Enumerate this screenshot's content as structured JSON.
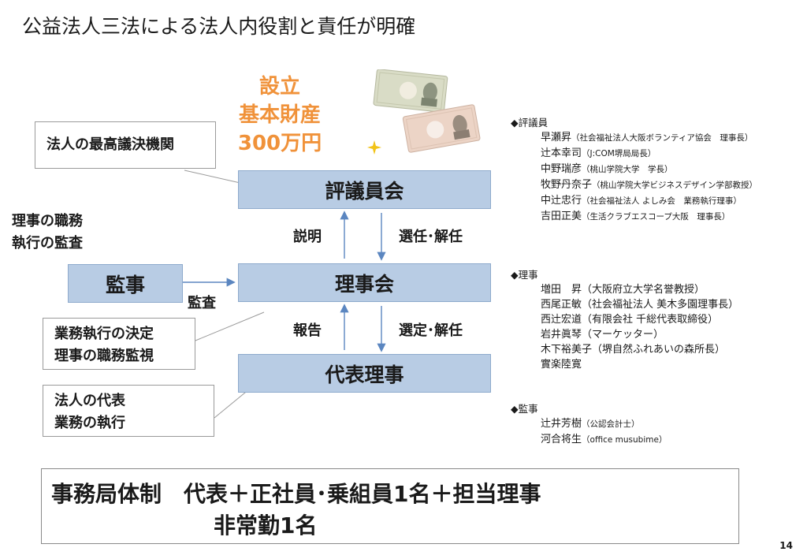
{
  "title": "公益法人三法による法人内役割と責任が明確",
  "capital": {
    "line1": "設立",
    "line2": "基本財産",
    "line3": "300万円"
  },
  "boxes": {
    "council": "評議員会",
    "board": "理事会",
    "representative": "代表理事",
    "auditor": "監事"
  },
  "labels": {
    "explain": "説明",
    "elect_dismiss": "選任･解任",
    "report": "報告",
    "select_dismiss": "選定･解任",
    "audit": "監査"
  },
  "callouts": {
    "highest_body": "法人の最高議決機関",
    "auditor_role_1": "理事の職務",
    "auditor_role_2": "執行の監査",
    "board_role_1": "業務執行の決定",
    "board_role_2": "理事の職務監視",
    "rep_role_1": "法人の代表",
    "rep_role_2": "業務の執行"
  },
  "councilors": {
    "heading": "◆評議員",
    "rows": [
      {
        "name": "早瀬昇",
        "role": "（社会福祉法人大阪ボランティア協会　理事長）"
      },
      {
        "name": "辻本幸司",
        "role": "（J:COM堺局局長）"
      },
      {
        "name": "中野瑞彦",
        "role": "（桃山学院大学　学長）"
      },
      {
        "name": "牧野丹奈子",
        "role": "（桃山学院大学ビジネスデザイン学部教授）"
      },
      {
        "name": "中辻忠行",
        "role": "（社会福祉法人 よしみ会　業務執行理事）"
      },
      {
        "name": "吉田正美",
        "role": "（生活クラブエスコープ大阪　理事長）"
      }
    ]
  },
  "directors": {
    "heading": "◆理事",
    "rows": [
      {
        "name": "増田　昇",
        "role": "（大阪府立大学名誉教授）"
      },
      {
        "name": "西尾正敏",
        "role": "（社会福祉法人 美木多園理事長）"
      },
      {
        "name": "西辻宏道",
        "role": "（有限会社 千総代表取締役）"
      },
      {
        "name": "岩井眞琴",
        "role": "（マーケッター）"
      },
      {
        "name": "木下裕美子",
        "role": "（堺自然ふれあいの森所長）"
      },
      {
        "name": "實楽陸寛",
        "role": ""
      }
    ]
  },
  "auditors": {
    "heading": "◆監事",
    "rows": [
      {
        "name": "辻井芳樹",
        "role": "（公認会計士）"
      },
      {
        "name": "河合将生",
        "role": "（office musubime）"
      }
    ]
  },
  "secretariat": {
    "line1": "事務局体制　代表＋正社員･乗組員1名＋担当理事",
    "line2": "非常勤1名"
  },
  "page_number": "14",
  "colors": {
    "box_fill": "#b8cce4",
    "arrow": "#5b86c0",
    "capital_text": "#f0923a",
    "banknote": "#d9dcc6"
  }
}
